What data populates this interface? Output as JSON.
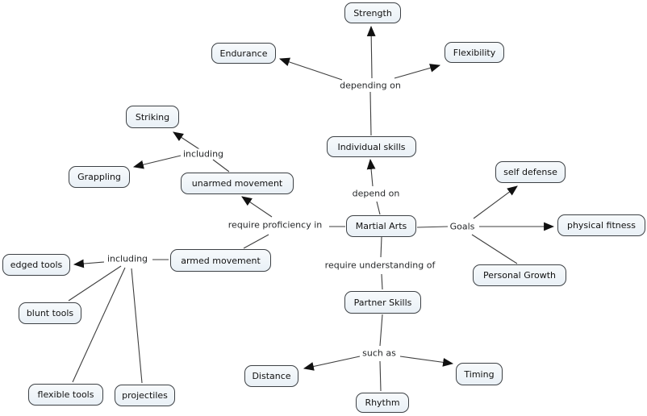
{
  "style": {
    "background": "#ffffff",
    "node_fill": "#edf3f8",
    "node_border": "#3d4145",
    "line_color": "#3e3e3e",
    "arrow_color": "#111111",
    "text_color": "#111111"
  },
  "concepts": {
    "strength": {
      "label": "Strength"
    },
    "endurance": {
      "label": "Endurance"
    },
    "flexibility": {
      "label": "Flexibility"
    },
    "individual_skills": {
      "label": "Individual skills"
    },
    "striking": {
      "label": "Striking"
    },
    "grappling": {
      "label": "Grappling"
    },
    "unarmed_movement": {
      "label": "unarmed movement"
    },
    "martial_arts": {
      "label": "Martial Arts"
    },
    "armed_movement": {
      "label": "armed movement"
    },
    "edged_tools": {
      "label": "edged tools"
    },
    "blunt_tools": {
      "label": "blunt tools"
    },
    "flexible_tools": {
      "label": "flexible tools"
    },
    "projectiles": {
      "label": "projectiles"
    },
    "self_defense": {
      "label": "self defense"
    },
    "physical_fitness": {
      "label": "physical fitness"
    },
    "personal_growth": {
      "label": "Personal Growth"
    },
    "partner_skills": {
      "label": "Partner Skills"
    },
    "distance": {
      "label": "Distance"
    },
    "timing": {
      "label": "Timing"
    },
    "rhythm": {
      "label": "Rhythm"
    }
  },
  "linking_phrases": {
    "depending_on": {
      "label": "depending on"
    },
    "depend_on": {
      "label": "depend on"
    },
    "including_unarmed": {
      "label": "including"
    },
    "including_armed": {
      "label": "including"
    },
    "require_proficiency_in": {
      "label": "require proficiency in"
    },
    "goals": {
      "label": "Goals"
    },
    "require_understanding_of": {
      "label": "require understanding of"
    },
    "such_as": {
      "label": "such as"
    }
  }
}
